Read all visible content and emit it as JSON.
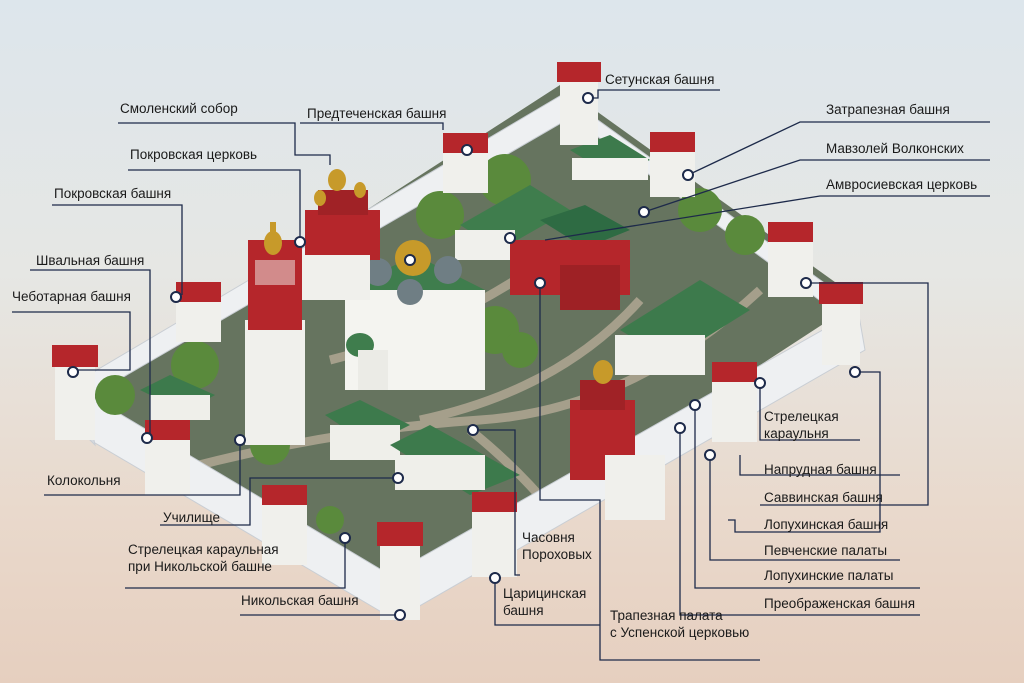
{
  "labels": {
    "setun": "Сетунская башня",
    "zatrapez": "Затрапезная башня",
    "mavzolei": "Мавзолей Волконских",
    "ambros": "Амвросиевская церковь",
    "smolensk": "Смоленский собор",
    "predtech": "Предтеченская башня",
    "pokrov_church": "Покровская церковь",
    "pokrov_tower": "Покровская  башня",
    "shval": "Швальная башня",
    "chebot": "Чеботарная башня",
    "kolokol": "Колокольня",
    "uchilishe": "Училище",
    "strel_nik_1": "Стрелецкая караульная",
    "strel_nik_2": "при Никольской башне",
    "nikol": "Никольская башня",
    "chasovnya_1": "Часовня",
    "chasovnya_2": "Пороховых",
    "caricyn_1": "Царицинская",
    "caricyn_2": "башня",
    "trapez_1": "Трапезная палата",
    "trapez_2": "с Успенской церковью",
    "strel_kar_1": "Стрелецкая",
    "strel_kar_2": "караульня",
    "naprud": "Напрудная башня",
    "savvin": "Саввинская башня",
    "lopuh_tower": "Лопухинская башня",
    "pevch": "Певченские палаты",
    "lopuh_pal": "Лопухинские палаты",
    "preobr": "Преображенская башня"
  },
  "colors": {
    "line": "#1d2a4a",
    "wall": "#eef0f2",
    "brick": "#b5262b",
    "roof_green": "#2f6e45",
    "ground": "#6d7a6a",
    "gold": "#c79a2a"
  }
}
